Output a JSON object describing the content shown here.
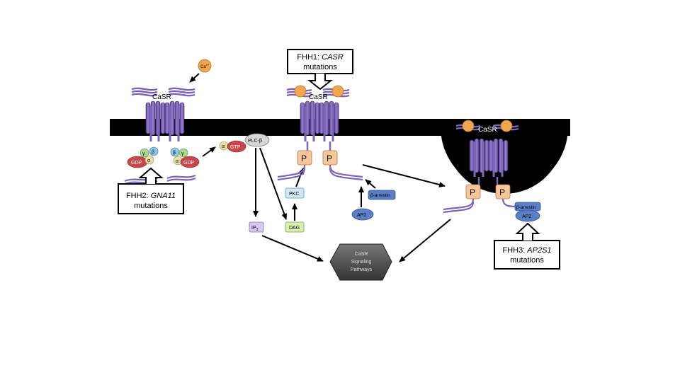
{
  "callouts": {
    "fhh1": {
      "name": "FHH1:",
      "gene": "CASR",
      "suffix": "mutations"
    },
    "fhh2": {
      "name": "FHH2:",
      "gene": "GNA11",
      "suffix": "mutations"
    },
    "fhh3": {
      "name": "FHH3:",
      "gene": "AP2S1",
      "suffix": "mutations"
    }
  },
  "receptor": {
    "label": "CaSR"
  },
  "ion": {
    "main": "Ca",
    "sup": "2+"
  },
  "gprotein": {
    "alpha": "α",
    "beta": "β",
    "gamma": "γ",
    "gdp": "GDP",
    "gtp": "GTP"
  },
  "effectors": {
    "plc": "PLC-β",
    "ip3_main": "IP",
    "ip3_sub": "3",
    "dag": "DAG",
    "pkc": "PKC",
    "phospho": "P",
    "arrestin": "β-arrestin",
    "ap2": "AP2"
  },
  "pathways": {
    "line1": "CaSR",
    "line2": "Signaling",
    "line3": "Pathways"
  },
  "colors": {
    "receptor": "#7e64b8",
    "receptor_dark": "#4c3580",
    "membrane": "#000000",
    "calcium": "#f0a54e",
    "gdp": "#c9474a",
    "alpha": "#e6e0a6",
    "beta": "#8fc9e8",
    "gamma": "#a9d98f",
    "phospho": "#f7c69a",
    "pkc": "#cfe9f5",
    "dag": "#d9f0b5",
    "ip3": "#d9c9f0",
    "arrestin": "#5a7fc7",
    "pathways": "#555555"
  }
}
